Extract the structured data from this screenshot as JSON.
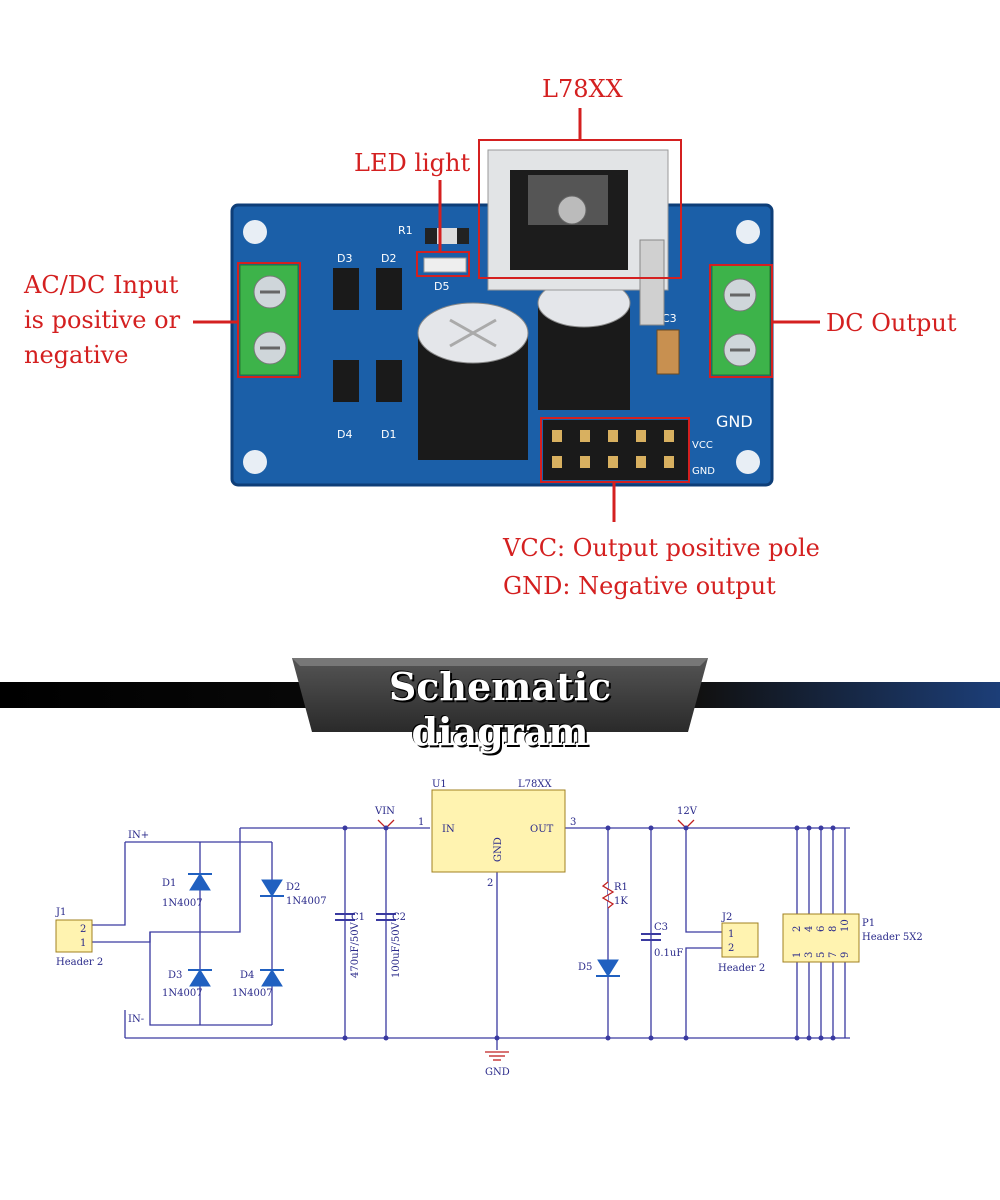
{
  "photo_annotations": {
    "regulator": "L78XX",
    "led": "LED light",
    "input_line1": "AC/DC Input",
    "input_line2": "is positive or",
    "input_line3": "negative",
    "output": "DC Output",
    "vcc_desc": "VCC: Output positive pole",
    "gnd_desc": "GND: Negative output"
  },
  "board_silkscreen": {
    "r1": "R1",
    "d5": "D5",
    "d3": "D3",
    "d2": "D2",
    "d4": "D4",
    "d1": "D1",
    "c3": "C3",
    "gnd": "GND",
    "vcc_pin": "VCC",
    "gnd_pin": "GND"
  },
  "banner": {
    "title": "Schematic diagram"
  },
  "schematic": {
    "u1": "U1",
    "l78xx": "L78XX",
    "in": "IN",
    "out": "OUT",
    "gnd": "GND",
    "pin1": "1",
    "pin3": "3",
    "pin2": "2",
    "vin": "VIN",
    "v12": "12V",
    "in_plus": "IN+",
    "in_minus": "IN-",
    "j1": "J1",
    "j1_pin2": "2",
    "j1_pin1": "1",
    "j1_name": "Header 2",
    "d1": "D1",
    "d1_part": "1N4007",
    "d2": "D2",
    "d2_part": "1N4007",
    "d3": "D3",
    "d3_part": "1N4007",
    "d4": "D4",
    "d4_part": "1N4007",
    "c1": "C1",
    "c1_val": "470uF/50V",
    "c2": "C2",
    "c2_val": "100uF/50V",
    "r1": "R1",
    "r1_val": "1K",
    "d5": "D5",
    "c3": "C3",
    "c3_val": "0.1uF",
    "j2": "J2",
    "j2_pin1": "1",
    "j2_pin2": "2",
    "j2_name": "Header 2",
    "p1": "P1",
    "p1_name": "Header 5X2",
    "p1_pins_top": [
      "2",
      "4",
      "6",
      "8",
      "10"
    ],
    "p1_pins_bottom": [
      "1",
      "3",
      "5",
      "7",
      "9"
    ],
    "gnd_label": "GND"
  },
  "colors": {
    "annotation": "#d42020",
    "pcb": "#1b5fa8",
    "terminal": "#3db34a",
    "wire": "#3a3aa0",
    "part": "#fff3b0",
    "diode": "#2060c0"
  }
}
